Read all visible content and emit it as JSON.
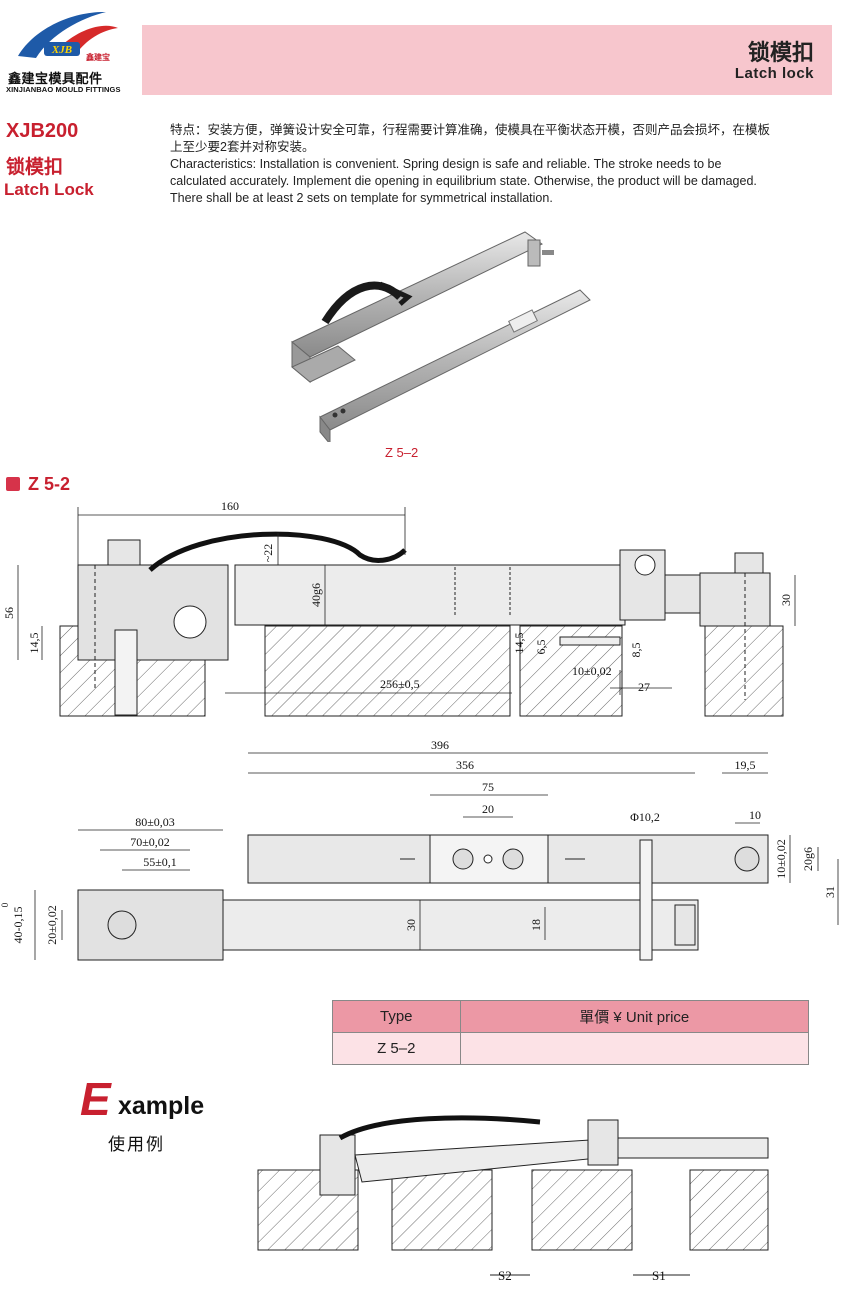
{
  "header": {
    "title_cn": "锁模扣",
    "title_en": "Latch lock"
  },
  "logo": {
    "badge": "XJB",
    "tag": "鑫建宝",
    "name_cn": "鑫建宝模具配件",
    "name_en": "XINJIANBAO MOULD FITTINGS"
  },
  "product": {
    "model": "XJB200",
    "name_cn": "锁模扣",
    "name_en": "Latch Lock"
  },
  "description": {
    "cn": "特点：安装方便，弹簧设计安全可靠，行程需要计算准确，使模具在平衡状态开模，否则产品会损坏，在模板上至少要2套并对称安装。",
    "en": "Characteristics: Installation is convenient. Spring design is safe and reliable. The stroke needs to be calculated accurately. Implement die opening in equilibrium state. Otherwise, the product will be damaged. There shall be at least 2 sets on template for symmetrical installation."
  },
  "photo_caption": "Z 5–2",
  "section_title": "Z 5-2",
  "drawing1": {
    "dims": {
      "d160": "160",
      "d22": "~22",
      "d56": "56",
      "d145a": "14,5",
      "d40": "40g6",
      "d30": "30",
      "d145b": "14,5",
      "d65": "6,5",
      "d85": "8,5",
      "d10": "10±0,02",
      "d27": "27",
      "d256": "256±0,5"
    }
  },
  "drawing2": {
    "dims": {
      "d396": "396",
      "d356": "356",
      "d195": "19,5",
      "d75": "75",
      "d20a": "20",
      "dphi": "Φ10,2",
      "d10": "10",
      "d80": "80±0,03",
      "d70": "70±0,02",
      "d55": "55±0,1",
      "d10b": "10±0,02",
      "d20g6": "20g6",
      "d31": "31",
      "d40": "40-0,15",
      "d40top": "0",
      "d20b": "20±0,02",
      "d30": "30",
      "d18": "18"
    }
  },
  "price_table": {
    "headers": [
      "Type",
      "單價 ¥ Unit price"
    ],
    "rows": [
      [
        "Z 5–2",
        ""
      ]
    ]
  },
  "example": {
    "big_letter": "E",
    "rest": "xample",
    "cn": "使用例",
    "s1": "S1",
    "s2": "S2"
  },
  "colors": {
    "accent": "#c8202f",
    "band": "#f7c6cd",
    "table_head": "#ec98a5",
    "table_row": "#fce2e6"
  }
}
